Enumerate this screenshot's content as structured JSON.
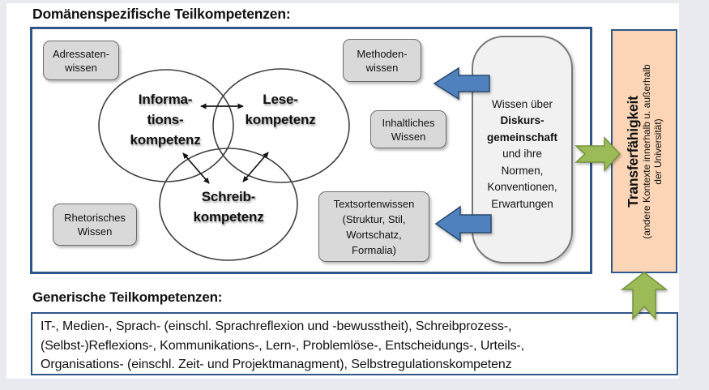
{
  "colors": {
    "background": "#e9eaf0",
    "panel_border_blue": "#2e5689",
    "arrow_blue": "#4f81bd",
    "arrow_blue_outline": "#2a4a73",
    "arrow_green": "#9bbb59",
    "arrow_green_outline": "#76923c",
    "knowledge_box_gray": "#d9d9d9",
    "diskurs_box_gray": "#f1f1f1",
    "transfer_box_orange": "#fbd5b5"
  },
  "header": {
    "domain_title": "Domänenspezifische Teilkompetenzen:"
  },
  "main": {
    "knowledge_boxes": [
      {
        "id": "adressaten",
        "lines": [
          "Adressaten-",
          "wissen"
        ]
      },
      {
        "id": "methoden",
        "lines": [
          "Methoden-",
          "wissen"
        ]
      },
      {
        "id": "inhaltliches",
        "lines": [
          "Inhaltliches",
          "Wissen"
        ]
      },
      {
        "id": "textsorten",
        "lines": [
          "Textsortenwissen",
          "(Struktur, Stil,",
          "Wortschatz,",
          "Formalia)"
        ]
      },
      {
        "id": "rhetorisches",
        "lines": [
          "Rhetorisches",
          "Wissen"
        ]
      }
    ],
    "venn": {
      "circles": [
        {
          "id": "informationskompetenz",
          "lines": [
            "Informa-",
            "tions-",
            "kompetenz"
          ]
        },
        {
          "id": "lesekompetenz",
          "lines": [
            "Lese-",
            "kompetenz"
          ]
        },
        {
          "id": "schreibkompetenz",
          "lines": [
            "Schreib-",
            "kompetenz"
          ]
        }
      ]
    },
    "diskurs_box": {
      "lines": [
        {
          "text": "Wissen über"
        },
        {
          "text": "Diskurs-"
        },
        {
          "text": "gemeinschaft"
        },
        {
          "text": "und ihre"
        },
        {
          "text": "Normen,"
        },
        {
          "text": "Konventionen,"
        },
        {
          "text": "Erwartungen"
        }
      ]
    }
  },
  "transfer_box": {
    "title": "Transferfähigkeit",
    "subtitle_line1": "(andere Kontexte innerhalb u. außerhalb",
    "subtitle_line2": "der Universität)"
  },
  "generic": {
    "title": "Generische Teilkompetenzen:",
    "lines": [
      "IT-, Medien-, Sprach- (einschl. Sprachreflexion und -bewusstheit), Schreibprozess-,",
      "(Selbst-)Reflexions-, Kommunikations-, Lern-, Problemlöse-, Entscheidungs-, Urteils-,",
      "Organisations- (einschl. Zeit- und Projektmanagment), Selbstregulationskompetenz"
    ]
  }
}
